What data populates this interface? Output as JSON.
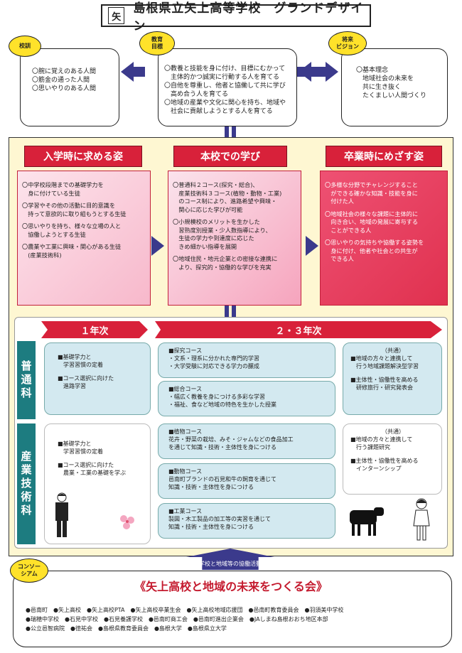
{
  "header": {
    "crest": "矢",
    "title": "島根県立矢上高等学校　グランドデザイン"
  },
  "top": {
    "kokun": {
      "tag": "校訓",
      "items": [
        "〇腕に覚えのある人間",
        "〇筋金の通った人間",
        "〇思いやりのある人間"
      ]
    },
    "kyoiku": {
      "tag_line1": "教育",
      "tag_line2": "目標",
      "items": [
        "〇教養と技能を身に付け、目標にむかって",
        "　主体的かつ誠実に行動する人を育てる",
        "〇自他を尊重し、他者と協働して共に学び",
        "　高め合う人を育てる",
        "〇地域の産業や文化に関心を持ち、地域や",
        "　社会に貢献しようとする人を育てる"
      ]
    },
    "vision": {
      "tag_line1": "将来",
      "tag_line2": "ビジョン",
      "items": [
        "〇基本理念",
        "　地域社会の未来を",
        "　共に生き抜く",
        "　たくましい人間づくり"
      ]
    }
  },
  "mid": {
    "col1": {
      "head": "入学時に求める姿",
      "items": [
        "〇中学校段階までの基礎学力を\n　身に付けている生徒",
        "〇学習やその他の活動に目的意識を\n　持って意欲的に取り組もうとする生徒",
        "〇思いやりを持ち、様々な立場の人と\n　協働しようとする生徒",
        "〇農業や工業に興味・関心がある生徒\n　(産業技術科)"
      ]
    },
    "col2": {
      "head": "本校での学び",
      "items": [
        "〇普通科２コース(探究・総合)、\n　産業技術科３コース(植物・動物・工業)\n　のコース制により、進路希望や興味・\n　関心に応じた学びが可能",
        "〇小規模校のメリットを生かした\n　習熟度別授業・少人数指導により、\n　生徒の学力や到達度に応じた\n　きめ細かい指導を展開",
        "〇地域住民・地元企業との密接な連携に\n　より、探究的・協働的な学びを充実"
      ]
    },
    "col3": {
      "head": "卒業時にめざす姿",
      "items": [
        "〇多様な分野でチャレンジすること\n　ができる確かな知識・技能を身に\n　付けた人",
        "〇地域社会の様々な課題に主体的に\n　向き合い、地域の発展に寄与する\n　ことができる人",
        "〇思いやりの気持ちや協働する姿勢を\n　身に付け、他者や社会との共生が\n　できる人"
      ]
    }
  },
  "lower": {
    "year1": "１年次",
    "year23": "２・３年次",
    "futsu_label": "普通科",
    "sangyo_label": "産業技術科",
    "futsu_y1": [
      "■基礎学力と",
      "　学習習慣の定着",
      "",
      "■コース選択に向けた",
      "　進路学習"
    ],
    "tankyu": [
      "■探究コース",
      "・文系・理系に分かれた専門的学習",
      "・大学受験に対応できる学力の醸成"
    ],
    "sogo": [
      "■総合コース",
      "・幅広く教養を身につける多彩な学習",
      "・福祉、食など地域の特色を生かした授業"
    ],
    "futsu_common": [
      "（共通）",
      "■地域の方々と連携して",
      "　行う地域課題解決型学習",
      "",
      "■主体性・協働性を高める",
      "　研修旅行・研究発表会"
    ],
    "sangyo_y1": [
      "■基礎学力と",
      "　学習習慣の定着",
      "",
      "■コース選択に向けた",
      "　農業・工業の基礎を学ぶ"
    ],
    "shokubutsu": [
      "■植物コース",
      "花卉・野菜の栽培、みそ・ジャムなどの食品加工",
      "を通じて知識・技術・主体性を身につける"
    ],
    "dobutsu": [
      "■動物コース",
      "邑南町ブランドの石見和牛の飼育を通じて",
      "知識・技術・主体性を身につける"
    ],
    "kogyo": [
      "■工業コース",
      "製図・木工製品の加工等の実習を通じて",
      "知識・技術・主体性を身につける"
    ],
    "sangyo_common": [
      "（共通）",
      "■地域の方々と連携して",
      "　行う課題研究",
      "",
      "■主体性・協働性を高める",
      "　インターンシップ"
    ]
  },
  "bottom": {
    "arrow_label": "学校と地域等の協働活動",
    "tag_line1": "コンソー",
    "tag_line2": "シアム",
    "title": "《矢上高校と地域の未来をつくる会》",
    "members": [
      "●邑南町　●矢上高校　●矢上高校PTA　●矢上高校卒業生会　●矢上高校地域応援団　●邑南町教育委員会　●羽須美中学校",
      "●瑞穂中学校　●石見中学校　●石見養護学校　●邑南町商工会　●邑南町進出企業会　●JAしまね島根おおち地区本部",
      "●公立邑智病院　●徳祐会　●島根県教育委員会　●島根大学　●島根県立大学"
    ]
  },
  "colors": {
    "red": "#d8213a",
    "navy": "#3b3a8c",
    "teal": "#1d7c80",
    "cream": "#fef7d2",
    "lightblue": "#d3e9f0",
    "yellow": "#ffe22a"
  }
}
